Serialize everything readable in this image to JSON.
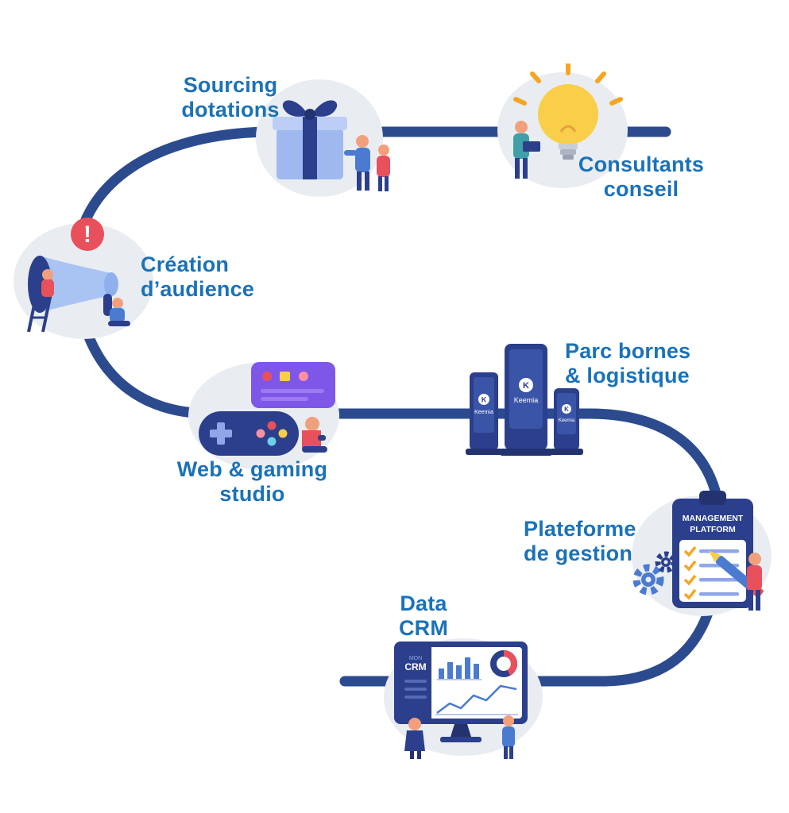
{
  "colors": {
    "path": "#2C4B8F",
    "label_text": "#1A72B8",
    "blob": "#E9EDF2",
    "navy": "#2B3F8C",
    "navy_dark": "#22336F",
    "blue": "#4A7BD0",
    "light_blue": "#A9C3F2",
    "red": "#E8505B",
    "yellow": "#F9CF4A",
    "orange": "#F5A623",
    "purple": "#7E57E8"
  },
  "labels": {
    "sourcing": {
      "line1": "Sourcing",
      "line2": "dotations"
    },
    "consultants": {
      "line1": "Consultants",
      "line2": "conseil"
    },
    "audience": {
      "line1": "Création",
      "line2": "d’audience"
    },
    "parc": {
      "line1": "Parc bornes",
      "line2": "& logistique"
    },
    "webgaming": {
      "line1": "Web & gaming",
      "line2": "studio"
    },
    "plateforme": {
      "line1": "Plateforme",
      "line2": "de gestion"
    },
    "data": {
      "line1": "Data",
      "line2": "CRM"
    }
  },
  "illustrations": {
    "alert_mark": "!",
    "clipboard": {
      "line1": "MANAGEMENT",
      "line2": "PLATFORM"
    },
    "crm": {
      "small": "MON",
      "big": "CRM"
    },
    "kiosk": {
      "brand": "Keemia",
      "logo": "K"
    }
  }
}
